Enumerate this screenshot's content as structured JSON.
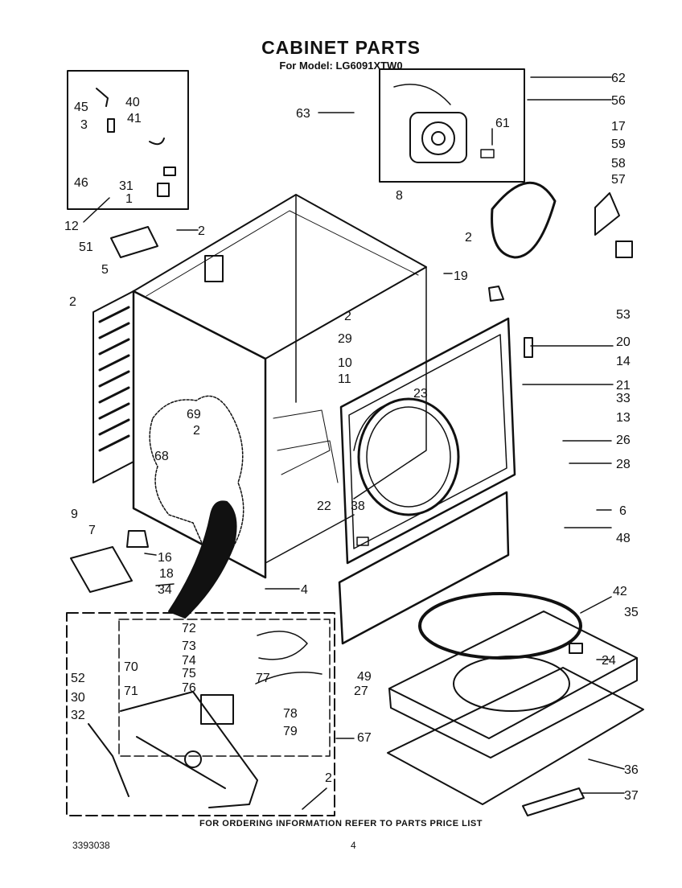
{
  "header": {
    "title": "CABINET PARTS",
    "subtitle": "For Model: LG6091XTW0"
  },
  "footer": {
    "ordering_note": "FOR ORDERING INFORMATION REFER TO PARTS PRICE LIST",
    "doc_number": "3393038",
    "page_number": "4"
  },
  "callouts": [
    "1",
    "2",
    "3",
    "4",
    "5",
    "6",
    "7",
    "8",
    "9",
    "10",
    "11",
    "12",
    "13",
    "14",
    "16",
    "17",
    "18",
    "19",
    "20",
    "21",
    "22",
    "23",
    "24",
    "26",
    "27",
    "28",
    "29",
    "30",
    "31",
    "32",
    "33",
    "34",
    "35",
    "36",
    "37",
    "38",
    "40",
    "41",
    "42",
    "45",
    "46",
    "48",
    "49",
    "51",
    "52",
    "53",
    "56",
    "57",
    "58",
    "59",
    "61",
    "62",
    "63",
    "67",
    "68",
    "69",
    "70",
    "71",
    "72",
    "73",
    "74",
    "75",
    "76",
    "77",
    "78",
    "79"
  ]
}
